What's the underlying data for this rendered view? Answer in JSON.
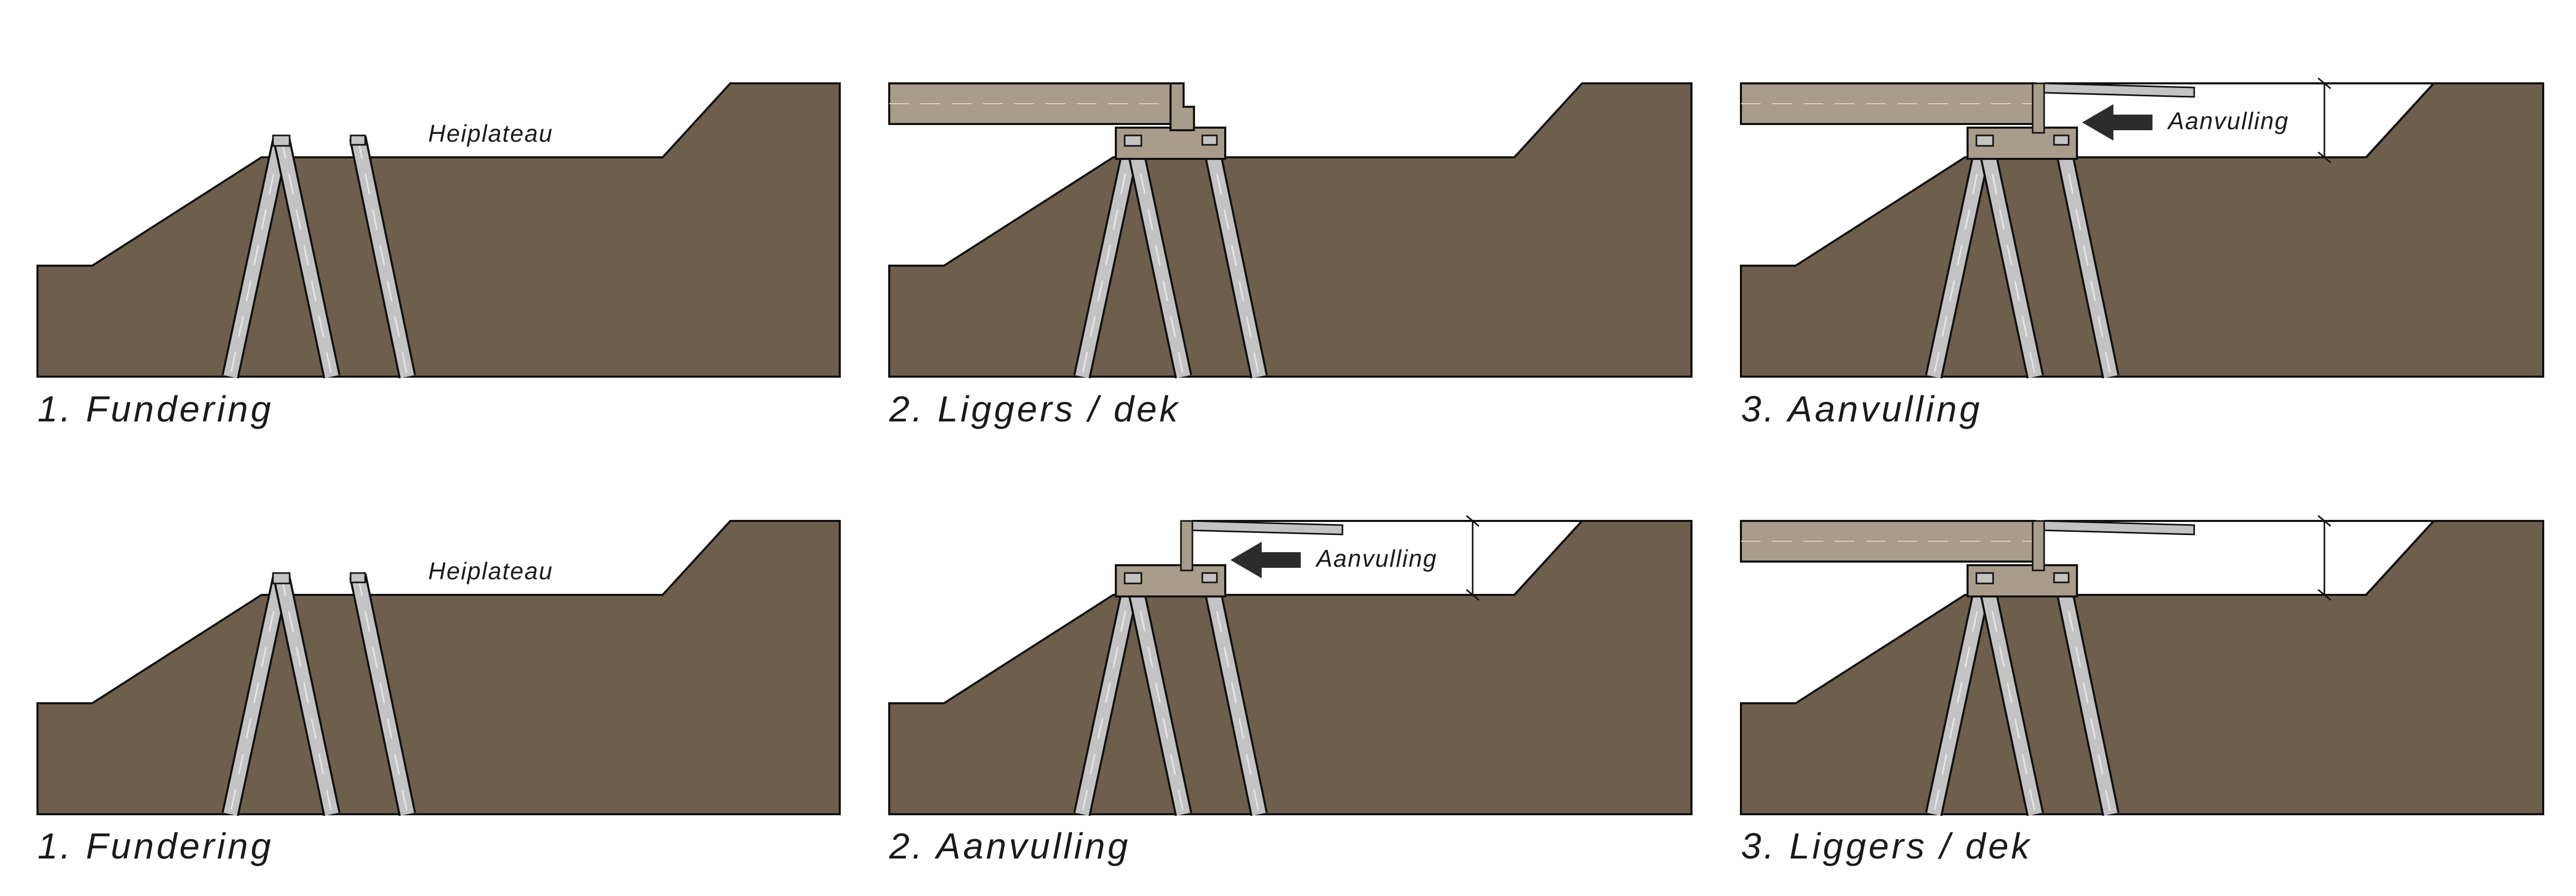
{
  "colors": {
    "ground": "#6e5f4d",
    "pile": "#c3c3c3",
    "concrete_cap": "#a89c8a",
    "deck": "#a89c8a",
    "outline": "#111111",
    "arrow": "#2c2c2c",
    "background": "#ffffff"
  },
  "rows": [
    {
      "panels": [
        {
          "caption": "1. Fundering",
          "label": "Heiplateau",
          "stage": "foundation"
        },
        {
          "caption": "2. Liggers / dek",
          "label": "",
          "stage": "deck"
        },
        {
          "caption": "3. Aanvulling",
          "label": "Aanvulling",
          "stage": "deck-fill"
        }
      ]
    },
    {
      "panels": [
        {
          "caption": "1. Fundering",
          "label": "Heiplateau",
          "stage": "foundation"
        },
        {
          "caption": "2. Aanvulling",
          "label": "Aanvulling",
          "stage": "fill"
        },
        {
          "caption": "3. Liggers / dek",
          "label": "",
          "stage": "fill-deck"
        }
      ]
    }
  ]
}
